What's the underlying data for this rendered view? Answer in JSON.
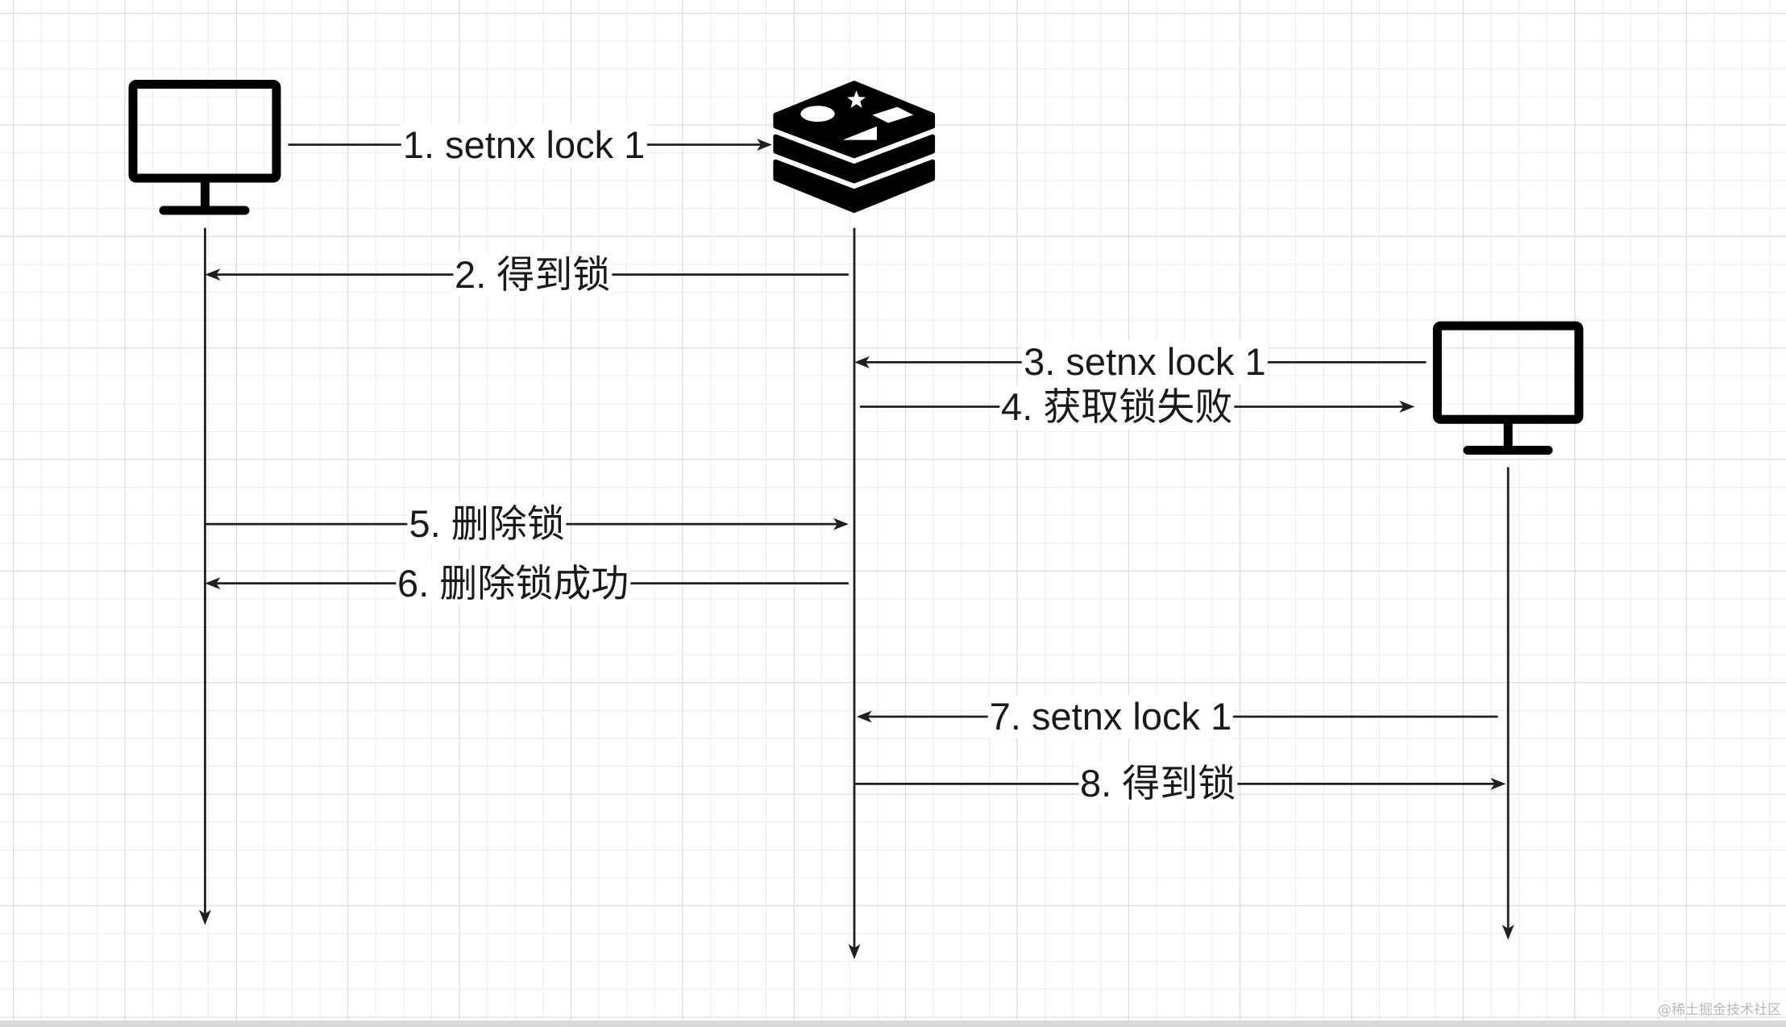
{
  "diagram": {
    "participants": [
      {
        "icon": "monitor-icon"
      },
      {
        "icon": "redis-logo-icon"
      },
      {
        "icon": "monitor-icon"
      }
    ],
    "messages": [
      {
        "label": "1. setnx lock 1",
        "from": 0,
        "to": 1
      },
      {
        "label": "2. 得到锁",
        "from": 1,
        "to": 0
      },
      {
        "label": "3. setnx lock 1",
        "from": 2,
        "to": 1
      },
      {
        "label": "4. 获取锁失败",
        "from": 1,
        "to": 2
      },
      {
        "label": "5. 删除锁",
        "from": 0,
        "to": 1
      },
      {
        "label": "6. 删除锁成功",
        "from": 1,
        "to": 0
      },
      {
        "label": "7. setnx lock 1",
        "from": 2,
        "to": 1
      },
      {
        "label": "8. 得到锁",
        "from": 1,
        "to": 2
      }
    ]
  },
  "watermark": "@稀土掘金技术社区",
  "colors": {
    "background": "#ffffff",
    "grid_minor": "#ececec",
    "grid_major": "#d8d8d8",
    "line": "#1f1f1f",
    "text": "#1a1a1a",
    "icon": "#000000",
    "bottom_bar": "#d9d9d9",
    "watermark": "#b8b8b8"
  }
}
